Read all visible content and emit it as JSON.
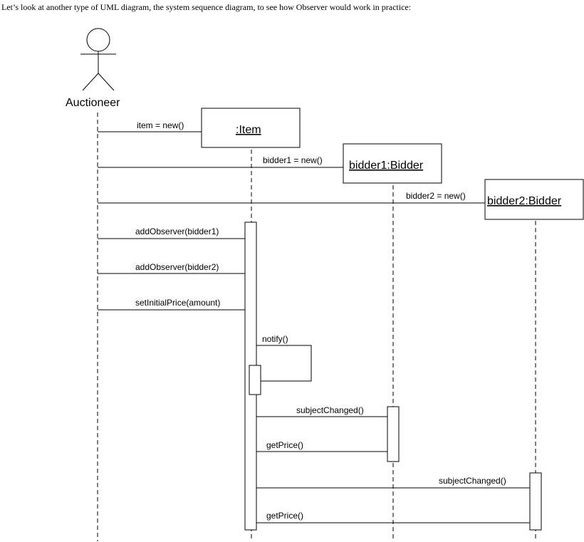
{
  "intro_text": "Let’s look at another type of UML diagram, the system sequence diagram, to see how Observer would work in practice:",
  "actor": {
    "name": "Auctioneer"
  },
  "objects": [
    {
      "id": "item",
      "label": ":Item"
    },
    {
      "id": "bidder1",
      "label": "bidder1:Bidder"
    },
    {
      "id": "bidder2",
      "label": "bidder2:Bidder"
    }
  ],
  "messages": [
    {
      "id": "m1",
      "label": "item = new()"
    },
    {
      "id": "m2",
      "label": "bidder1 = new()"
    },
    {
      "id": "m3",
      "label": "bidder2 = new()"
    },
    {
      "id": "m4",
      "label": "addObserver(bidder1)"
    },
    {
      "id": "m5",
      "label": "addObserver(bidder2)"
    },
    {
      "id": "m6",
      "label": "setInitialPrice(amount)"
    },
    {
      "id": "m7",
      "label": "notify()"
    },
    {
      "id": "m8",
      "label": "subjectChanged()"
    },
    {
      "id": "m9",
      "label": "getPrice()"
    },
    {
      "id": "m10",
      "label": "subjectChanged()"
    },
    {
      "id": "m11",
      "label": "getPrice()"
    }
  ]
}
